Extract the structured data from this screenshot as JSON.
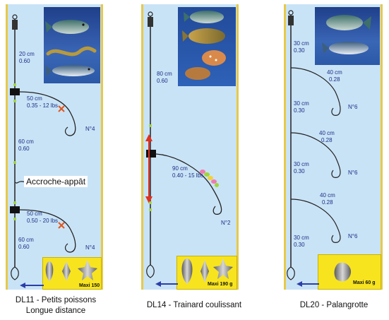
{
  "rigs": [
    {
      "id": "DL11",
      "caption_line1": "DL11 - Petits poissons",
      "caption_line2": "Longue distance",
      "segments": [
        {
          "length": "20 cm",
          "diameter": "0.60"
        },
        {
          "length": "50 cm",
          "diameter": "0.35 - 12 lbs",
          "hook": "N°4"
        },
        {
          "length": "60 cm",
          "diameter": "0.60"
        },
        {
          "length": "50 cm",
          "diameter": "0.50 - 20 lbs",
          "hook": "N°4"
        },
        {
          "length": "60 cm",
          "diameter": "0.60"
        }
      ],
      "callout": "Accroche-appât",
      "max_weight": "Maxi 150"
    },
    {
      "id": "DL14",
      "caption": "DL14 - Trainard coulissant",
      "segments": [
        {
          "length": "80 cm",
          "diameter": "0.60"
        },
        {
          "length": "90 cm",
          "diameter": "0.40 - 15 lbs",
          "hook": "N°2"
        }
      ],
      "max_weight": "Maxi 190 g"
    },
    {
      "id": "DL20",
      "caption": "DL20 - Palangrotte",
      "segments": [
        {
          "length": "30 cm",
          "diameter": "0.30"
        },
        {
          "length": "40 cm",
          "diameter": "0.28",
          "hook": "N°6"
        },
        {
          "length": "30 cm",
          "diameter": "0.30"
        },
        {
          "length": "40 cm",
          "diameter": "0.28",
          "hook": "N°6"
        },
        {
          "length": "30 cm",
          "diameter": "0.30"
        },
        {
          "length": "40 cm",
          "diameter": "0.28",
          "hook": "N°6"
        },
        {
          "length": "30 cm",
          "diameter": "0.30"
        }
      ],
      "max_weight": "Maxi 60 g"
    }
  ],
  "colors": {
    "panel": "#c9e3f6",
    "border": "#e7c94a",
    "label": "#1a2f86",
    "weight_box": "#f7e41f",
    "arrow_blue": "#2b3fa8",
    "slide_arrow": "#e03020",
    "bead": "#9fd63a"
  }
}
